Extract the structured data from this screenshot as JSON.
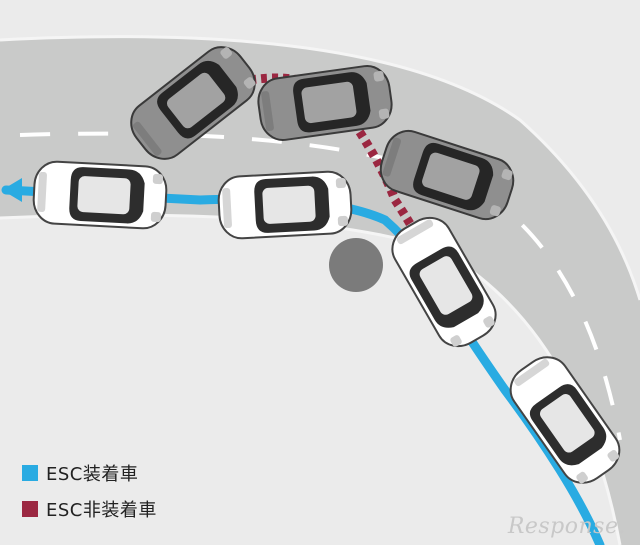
{
  "colors": {
    "background": "#ebebeb",
    "road": "#c9cac9",
    "lane_marking": "#ffffff",
    "esc_path": "#29abe2",
    "no_esc_path": "#9b2741",
    "obstacle": "#7b7b7b"
  },
  "legend": [
    {
      "label": "ESC装着車",
      "color": "#29abe2"
    },
    {
      "label": "ESC非装着車",
      "color": "#9b2741"
    }
  ],
  "cars": [
    {
      "role": "esc-car-1",
      "body": "white"
    },
    {
      "role": "esc-car-2",
      "body": "white"
    },
    {
      "role": "esc-car-3",
      "body": "white"
    },
    {
      "role": "esc-car-4",
      "body": "white"
    },
    {
      "role": "no-esc-car-1",
      "body": "grey"
    },
    {
      "role": "no-esc-car-2",
      "body": "grey"
    },
    {
      "role": "no-esc-car-3",
      "body": "grey"
    }
  ],
  "watermark": "Response."
}
